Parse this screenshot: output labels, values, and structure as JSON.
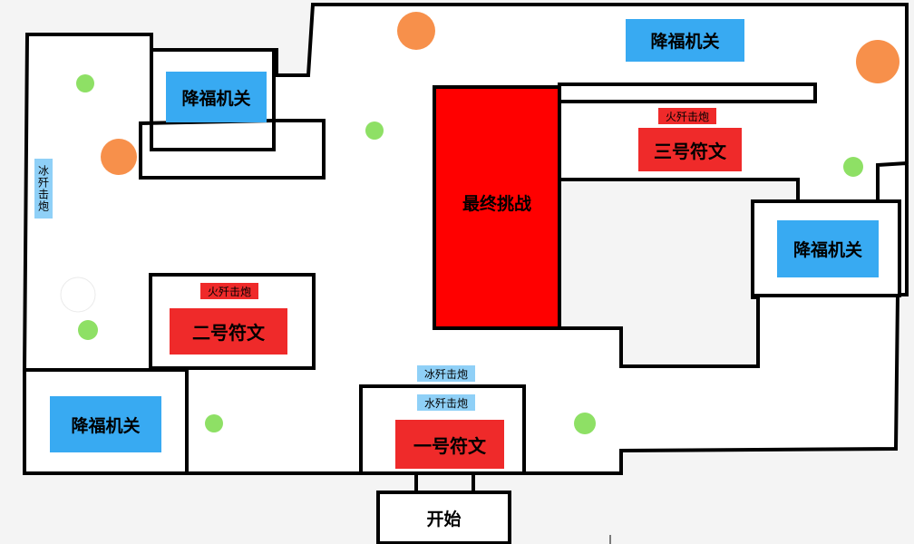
{
  "labels": {
    "trap_top_left": "降福机关",
    "trap_top_right": "降福机关",
    "trap_right": "降福机关",
    "trap_bottom_left": "降福机关",
    "final_challenge": "最终挑战",
    "rune_3": "三号符文",
    "rune_2": "二号符文",
    "rune_1": "一号符文",
    "start": "开始",
    "fire_cannon_top": "火歼击炮",
    "fire_cannon_left": "火歼击炮",
    "ice_cannon_bottom": "冰歼击炮",
    "water_cannon_bottom": "水歼击炮",
    "ice_cannon_vertical": "冰歼击炮"
  },
  "colors": {
    "trap_blue": "#38aaf2",
    "rune_red": "#ef2a2a",
    "cannon_tag_blue": "#8fd0f7",
    "orange_marker": "#f7904b",
    "green_marker": "#8ee065",
    "white_marker": "#ffffff",
    "wall": "#000000",
    "floor": "#ffffff",
    "background": "#f4f4f4"
  }
}
